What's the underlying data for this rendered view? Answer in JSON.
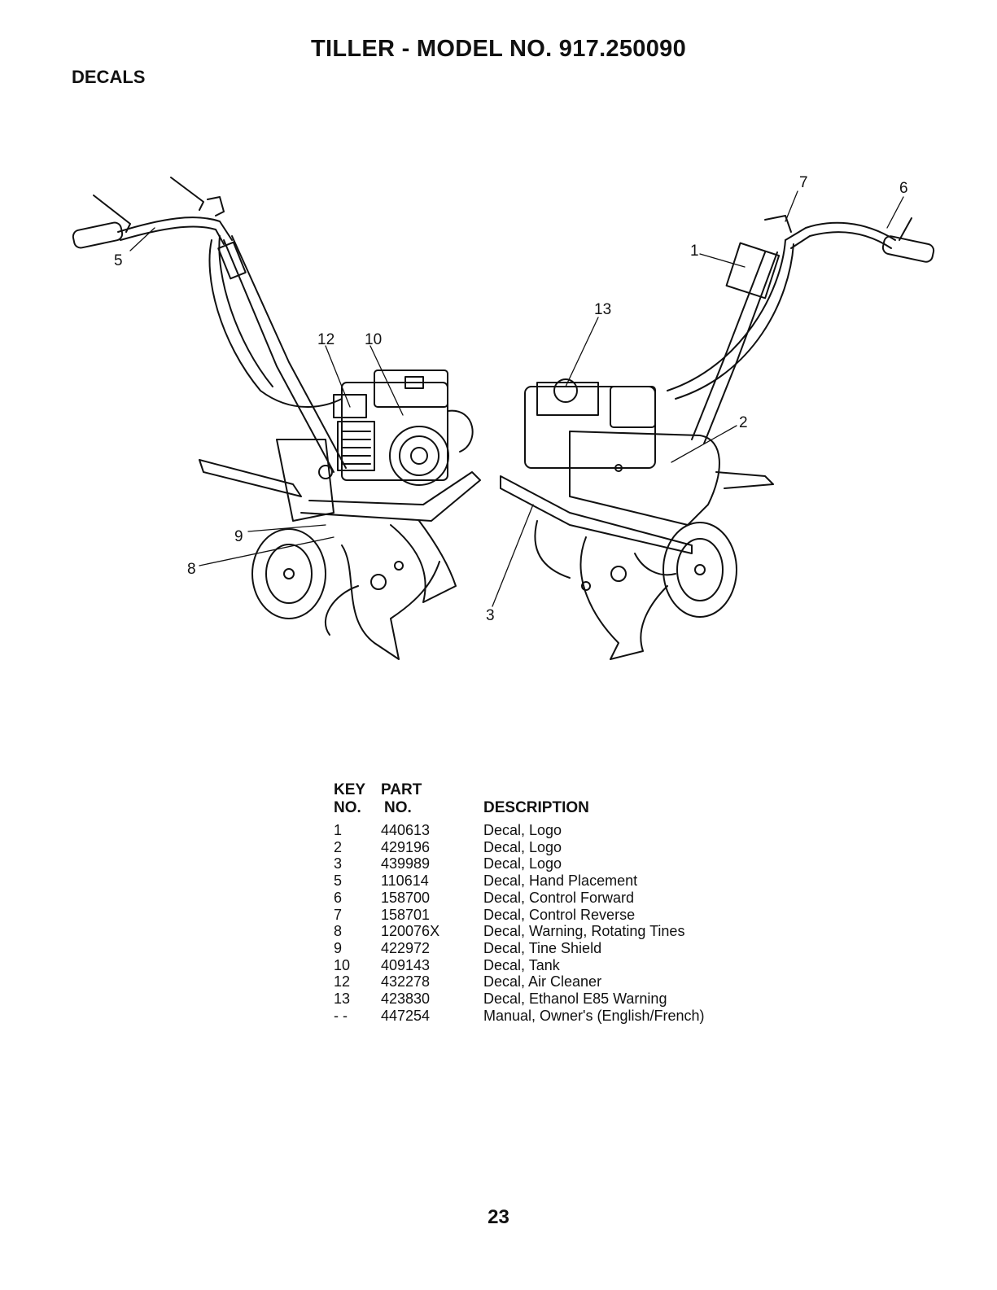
{
  "title": "TILLER - MODEL NO. 917.250090",
  "section": "DECALS",
  "callouts": {
    "c1": "1",
    "c2": "2",
    "c3": "3",
    "c5": "5",
    "c6": "6",
    "c7": "7",
    "c8": "8",
    "c9": "9",
    "c10": "10",
    "c12": "12",
    "c13": "13"
  },
  "table": {
    "headers": {
      "key_line1": "KEY",
      "key_line2": "NO.",
      "part_line1": "PART",
      "part_line2": "NO.",
      "description": "DESCRIPTION"
    },
    "rows": [
      {
        "key": "1",
        "part": "440613",
        "description": "Decal, Logo"
      },
      {
        "key": "2",
        "part": "429196",
        "description": "Decal, Logo"
      },
      {
        "key": "3",
        "part": "439989",
        "description": "Decal, Logo"
      },
      {
        "key": "5",
        "part": "110614",
        "description": "Decal, Hand Placement"
      },
      {
        "key": "6",
        "part": "158700",
        "description": "Decal, Control Forward"
      },
      {
        "key": "7",
        "part": "158701",
        "description": "Decal, Control Reverse"
      },
      {
        "key": "8",
        "part": "120076X",
        "description": "Decal, Warning, Rotating Tines"
      },
      {
        "key": "9",
        "part": "422972",
        "description": "Decal, Tine Shield"
      },
      {
        "key": "10",
        "part": "409143",
        "description": "Decal, Tank"
      },
      {
        "key": "12",
        "part": "432278",
        "description": "Decal, Air Cleaner"
      },
      {
        "key": "13",
        "part": "423830",
        "description": "Decal, Ethanol E85 Warning"
      },
      {
        "key": "- -",
        "part": "447254",
        "description": "Manual, Owner's (English/French)"
      }
    ]
  },
  "page_number": "23"
}
